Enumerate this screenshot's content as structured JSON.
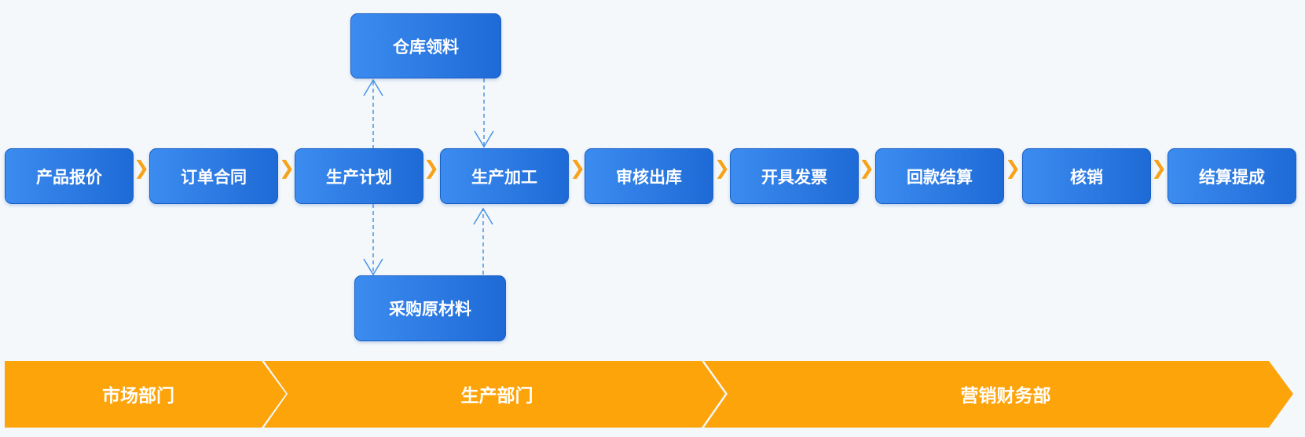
{
  "flow": {
    "steps": [
      "产品报价",
      "订单合同",
      "生产计划",
      "生产加工",
      "审核出库",
      "开具发票",
      "回款结算",
      "核销",
      "结算提成"
    ],
    "warehouse": "仓库领料",
    "purchase": "采购原材料"
  },
  "departments": [
    "市场部门",
    "生产部门",
    "营销财务部"
  ],
  "colors": {
    "node_blue": "#2f7be6",
    "accent_orange": "#fea40b",
    "background": "#f4f8fb",
    "connector_blue": "#4a94e8"
  },
  "icons": {
    "step_separator": "chevron-right-icon"
  }
}
